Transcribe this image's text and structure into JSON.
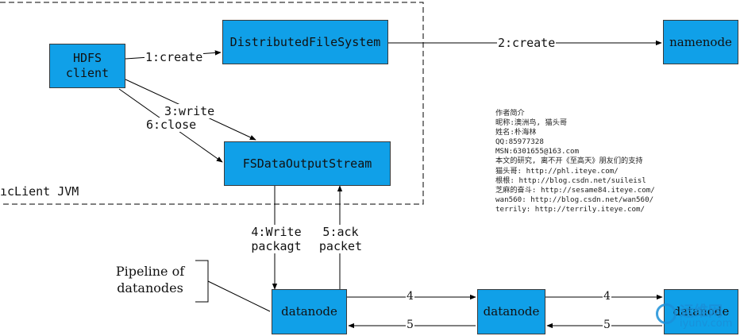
{
  "boxes": {
    "hdfs_client": "HDFS\nclient",
    "dfs": "DistributedFileSystem",
    "namenode": "namenode",
    "fsdos": "FSDataOutputStream",
    "datanode1": "datanode",
    "datanode2": "datanode",
    "datanode3": "datanode"
  },
  "labels": {
    "create1": "1:create",
    "create2": "2:create",
    "write3": "3:write",
    "close6": "6:close",
    "write4": "4:Write\npackagt",
    "ack5": "5:ack\npacket",
    "jvm": "ıcLient JVM",
    "pipeline": "Pipeline of\ndatanodes",
    "dn_fwd_1": "4",
    "dn_back_1": "5",
    "dn_fwd_2": "4",
    "dn_back_2": "5"
  },
  "credits": [
    "作者简介",
    "昵称:澳洲鸟, 猫头哥",
    "姓名:朴海林",
    "QQ:85977328",
    "MSN:6301655@163.com",
    "本文的研究, 离不开《至高天》朋友们的支持",
    "猫头哥: http://phl.iteye.com/",
    "根根: http://blog.csdn.net/suileisl",
    "芝麻的奋斗: http://sesame84.iteye.com/",
    "wan560: http://blog.csdn.net/wan560/",
    "terrily: http://terrily.iteye.com/"
  ],
  "watermark": {
    "name": "运维网",
    "url": "iyunv.com"
  },
  "colors": {
    "box_fill": "#10a0e8",
    "line": "#000000",
    "watermark": "#1a8fd8"
  }
}
